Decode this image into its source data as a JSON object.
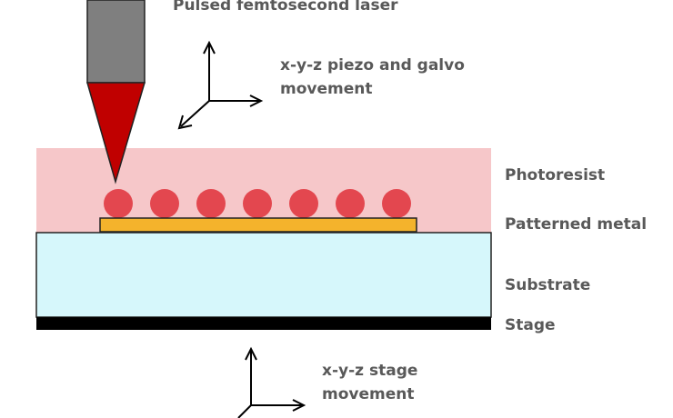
{
  "labels": {
    "laser": "Pulsed femtosecond laser",
    "piezo_line1": "x-y-z piezo and galvo",
    "piezo_line2": "movement",
    "photoresist": "Photoresist",
    "patterned_metal": "Patterned metal",
    "substrate": "Substrate",
    "stage": "Stage",
    "stage_move_line1": "x-y-z stage",
    "stage_move_line2": "movement"
  },
  "colors": {
    "laser_body": "#7f7f7f",
    "laser_beam": "#c00000",
    "photoresist": "#f6c7c9",
    "polymerized_dot": "#e3474f",
    "patterned_metal": "#f4b32c",
    "substrate": "#d6f7fb",
    "stage": "#000000",
    "text": "#595959"
  },
  "dot_count": 7
}
